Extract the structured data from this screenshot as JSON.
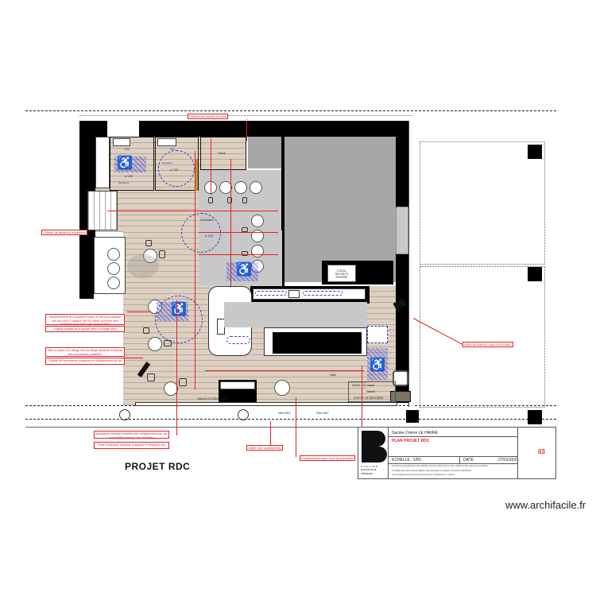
{
  "plan": {
    "title": "PROJET RDC",
    "watermark": "www.archifacile.fr"
  },
  "rooms": {
    "wc1": {
      "label": "WC",
      "note": "Sanitaires",
      "diameter": "ø 150"
    },
    "wc2": {
      "label": "WC",
      "note": "Sanitaires",
      "diameter": "ø 150"
    },
    "stock": {
      "label": "Stock"
    },
    "circulation": {
      "label": "Circulation",
      "diameter": "ø 150"
    },
    "local": {
      "label": "LOCAL\nDÉCHETS\nPROPRE"
    },
    "salle": {
      "label": "Salle"
    },
    "entree": {
      "label": "Entrée d'air chaud",
      "sub": "Caisse",
      "sub2": "SORTIE DE SECOURS"
    }
  },
  "annotations": [
    {
      "id": "plafond-note",
      "text": "Plafond de cabine non fixé"
    },
    {
      "id": "left-top-note",
      "text": "Cloison de lavabo à supprimer"
    },
    {
      "id": "left-note-1",
      "text": "Remplacement de la façade et sortie de secours existante par une porte 2 vantaux (90+30) vitrée ouverture vers l'extérieur avec barre anti-panique PMR"
    },
    {
      "id": "left-note-2",
      "text": "Châssis existant de la façade vitrée à modifier avec changement de la porte"
    },
    {
      "id": "left-note-3",
      "text": "Mise en place d'un vitrage fixe sur allège existante et dépose des menuiseries existantes"
    },
    {
      "id": "left-note-4",
      "text": "Dépose de menuiseries existantes et remplacement par de nouvelles menuiseries"
    },
    {
      "id": "bottom-note-1",
      "text": "Menuiserie existante modifiée pour remplacement par une porte PMR ouverture vers l'extérieur"
    },
    {
      "id": "bottom-note-2",
      "text": "Porte coulissante existante à déposer et remplacer par porte automatique"
    },
    {
      "id": "bottom-note-3",
      "text": "Câble non fonctionnelle"
    },
    {
      "id": "bottom-note-4",
      "text": "Emplacement pour rack de poubelles"
    },
    {
      "id": "right-note",
      "text": "DÉPLACEMENT EAU EXISTANT"
    }
  ],
  "labels": {
    "vitre1": "Vitre RDC",
    "vitre2": "Vitre RDC",
    "bar_dim": "Bar",
    "terrasse": "TABLES EXTÉRIEURES"
  },
  "titleblock": {
    "client": "Sacrée Crème LE HAVRE",
    "plan_title": "PLAN PROJET RDC",
    "scale_label": "ECHELLE : 1/50",
    "date_label": "DATE",
    "date_value": "27/01/2020",
    "sheet_number": "03",
    "logo_text": "ATELIER",
    "logo_sub1": "ARCHITECTURE",
    "logo_sub2": "INTÉRIEURE",
    "disclaimer_1": "Les documents graphiques sont indicatifs. Tous les métrés devront être vérifiés sur site avant toute exécution.",
    "disclaimer_2": "Le titulaire des travaux devra signaler toute anomalie ou omission rencontrée à l'architecte.",
    "disclaimer_3": "Les ouvrages décrits sont soumis aux normes et règlements en vigueur."
  },
  "colors": {
    "wall": "#000000",
    "floor": "#ddd0c0",
    "annotation": "#e0202a",
    "accessibility": "#2a2ac0",
    "grey_zone": "#a7a7a7"
  }
}
